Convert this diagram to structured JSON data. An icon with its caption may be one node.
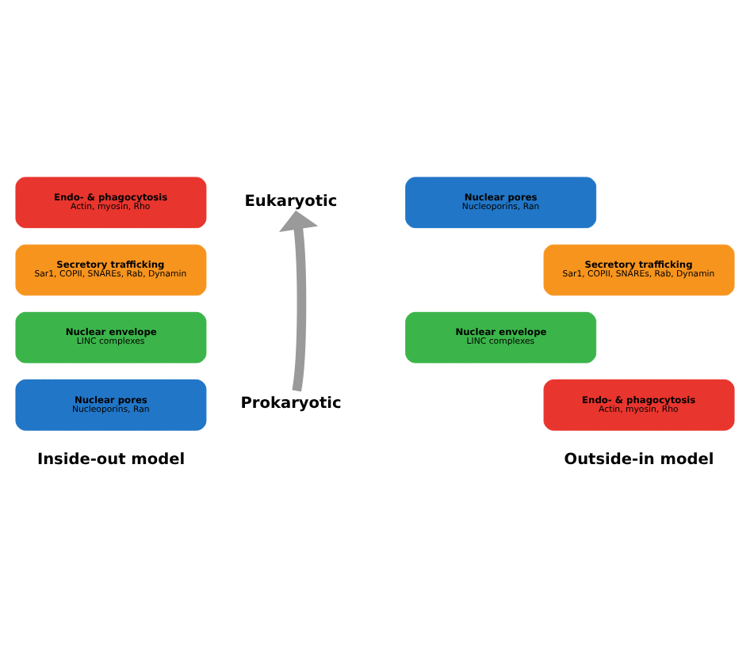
{
  "diagram": {
    "nodes": [
      {
        "text": [
          "Endo- & phagocytosis",
          "Actin, myosin, Rho"
        ]
      },
      {
        "text": [
          "Secretory trafficking",
          "Sar1, COPII, SNAREs, Rab, Dynamin"
        ]
      },
      {
        "text": [
          "Nuclear envelope",
          "LINC complexes"
        ]
      },
      {
        "text": [
          "Nuclear pores",
          "Nucleoporins, Ran"
        ]
      },
      {
        "text": [
          "Eukaryotic"
        ]
      },
      {
        "text": [
          "Prokaryotic"
        ]
      },
      {
        "text": [
          "Nuclear pores",
          "Nucleoporins, Ran"
        ]
      },
      {
        "text": [
          "Nuclear envelope",
          "LINC complexes"
        ]
      },
      {
        "text": [
          "Secretory trafficking",
          "Sar1, COPII, SNAREs, Rab, Dynamin"
        ]
      },
      {
        "text": [
          "Endo- & phagocytosis",
          "Actin, myosin, Rho"
        ]
      }
    ],
    "edges": [
      {
        "from": 5,
        "to": 4,
        "arrow": "to",
        "color": "#9a9a9a"
      }
    ],
    "labels": [
      "Inside-out model",
      "Outside-in model"
    ]
  }
}
